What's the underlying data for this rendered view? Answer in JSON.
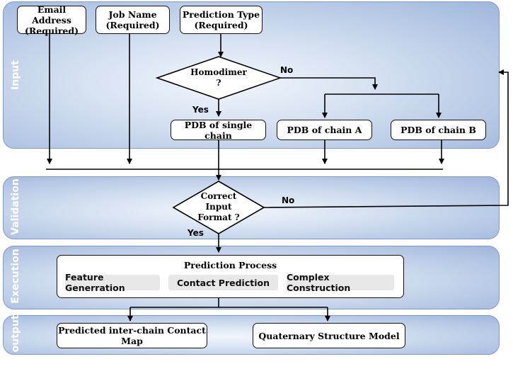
{
  "bands": {
    "input": "Input",
    "validation": "Validation",
    "execution": "Execution",
    "output": "output"
  },
  "inputs": {
    "email": "Email Address\n(Required)",
    "job": "Job Name\n(Required)",
    "prediction_type": "Prediction Type\n(Required)"
  },
  "homodimer": {
    "question": "Homodimer\n?",
    "yes": "Yes",
    "no": "No"
  },
  "pdb": {
    "single": "PDB of single chain",
    "chain_a": "PDB of chain A",
    "chain_b": "PDB of chain B"
  },
  "validation": {
    "question": "Correct\nInput\nFormat ?",
    "yes": "Yes",
    "no": "No"
  },
  "execution": {
    "title": "Prediction Process",
    "steps": [
      "Feature Generration",
      "Contact Prediction",
      "Complex Construction"
    ]
  },
  "outputs": {
    "contact_map": "Predicted inter-chain Contact Map",
    "structure": "Quaternary Structure Model"
  },
  "colors": {
    "band_edge": "#7f9ac8",
    "band_label": "#ffffff",
    "step_fill": "#e8e8e8"
  }
}
